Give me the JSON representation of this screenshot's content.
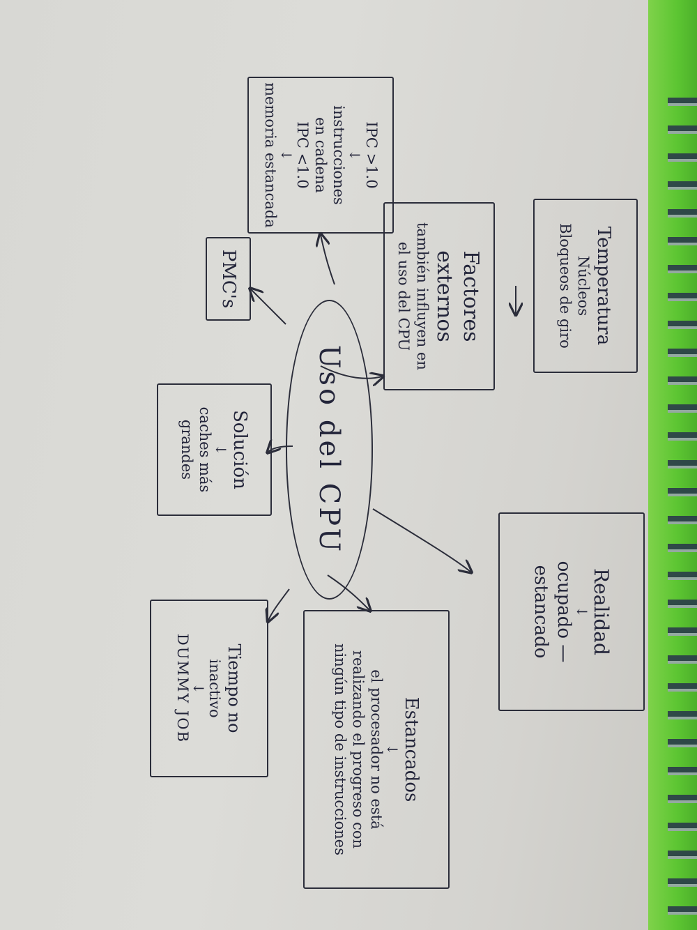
{
  "center": {
    "label": "Uso del CPU"
  },
  "nodes": {
    "ipc": {
      "lines": [
        "IPC >1.0",
        "↓",
        "instrucciones",
        "en cadena",
        "IPC <1.0",
        "↓",
        "memoria estancada"
      ]
    },
    "pmc": {
      "lines": [
        "PMC's"
      ]
    },
    "factores": {
      "lines": [
        "Factores externos",
        "también influyen en",
        "el uso del CPU"
      ]
    },
    "temperatura": {
      "lines": [
        "Temperatura",
        "Núcleos",
        "Bloqueos de giro"
      ]
    },
    "solucion": {
      "lines": [
        "Solución",
        "↓",
        "caches más",
        "grandes"
      ]
    },
    "realidad": {
      "lines": [
        "Realidad",
        "↓",
        "ocupado — estancado"
      ]
    },
    "estancados": {
      "lines": [
        "Estancados",
        "↓",
        "el procesador no está",
        "realizando el progreso con",
        "ningún tipo de instrucciones"
      ]
    },
    "tiempo": {
      "lines": [
        "Tiempo no",
        "inactivo",
        "↓",
        "DUMMY JOB"
      ]
    }
  },
  "colors": {
    "ink": "#2b2d3a",
    "paper": "#d8d8d4",
    "cover": "#5cc532"
  }
}
